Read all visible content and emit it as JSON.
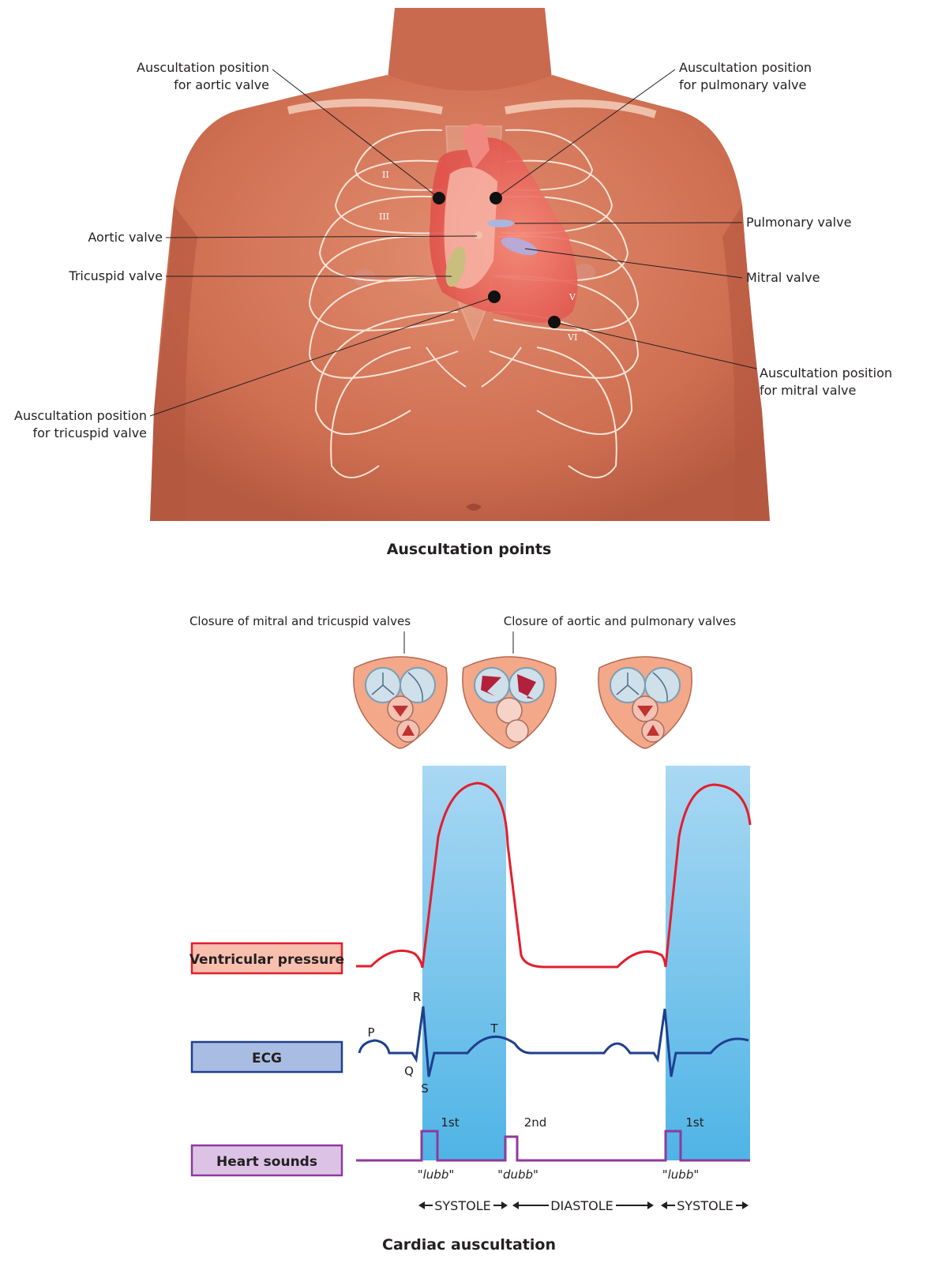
{
  "top_figure": {
    "caption": "Auscultation points",
    "labels": {
      "aortic_position_l1": "Auscultation position",
      "aortic_position_l2": "for aortic valve",
      "pulmonary_position_l1": "Auscultation position",
      "pulmonary_position_l2": "for pulmonary valve",
      "aortic_valve": "Aortic valve",
      "tricuspid_valve": "Tricuspid valve",
      "pulmonary_valve": "Pulmonary valve",
      "mitral_valve": "Mitral valve",
      "mitral_position_l1": "Auscultation position",
      "mitral_position_l2": "for mitral valve",
      "tricuspid_position_l1": "Auscultation position",
      "tricuspid_position_l2": "for tricuspid valve"
    },
    "rib_numerals": [
      "II",
      "III",
      "V",
      "VI"
    ]
  },
  "bottom_figure": {
    "caption": "Cardiac auscultation",
    "closure_av": "Closure of mitral and tricuspid valves",
    "closure_sl": "Closure of aortic and pulmonary valves",
    "traces": {
      "ventricular_pressure": "Ventricular pressure",
      "ecg": "ECG",
      "heart_sounds": "Heart sounds"
    },
    "ecg_waves": [
      "P",
      "Q",
      "R",
      "S",
      "T"
    ],
    "sounds": {
      "first": "1st",
      "second": "2nd",
      "first_repeat": "1st",
      "lubb": "\"lubb\"",
      "dubb": "\"dubb\"",
      "lubb_repeat": "\"lubb\""
    },
    "phases": {
      "systole": "SYSTOLE",
      "diastole": "DIASTOLE",
      "systole_repeat": "SYSTOLE"
    },
    "colors": {
      "pressure": "#e31e2d",
      "ecg": "#1f3f8f",
      "sounds": "#8e3a9c",
      "systole_band": "#5ab8e8"
    }
  }
}
